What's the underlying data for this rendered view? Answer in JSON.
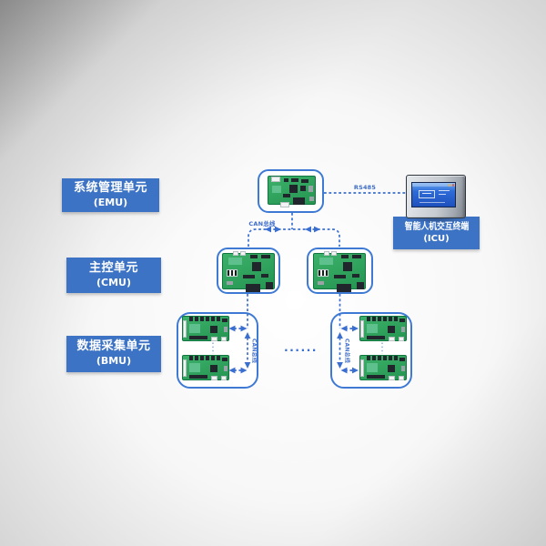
{
  "scene": {
    "unit_labels": [
      {
        "name": "系统管理单元",
        "abbr": "(EMU)"
      },
      {
        "name": "主控单元",
        "abbr": "(CMU)"
      },
      {
        "name": "数据采集单元",
        "abbr": "(BMU)"
      },
      {
        "name": "智能人机交互终端",
        "abbr": "(ICU)"
      }
    ],
    "bus_labels": {
      "rs485": "RS485",
      "can_top": "CAN总线",
      "can_branch_left": "CAN总线",
      "can_branch_right": "CAN总线"
    },
    "ellipsis": "......",
    "colors": {
      "label-bg": "#3d73c5",
      "line-blue": "#3a6fd0",
      "box-border": "#3e7ad4",
      "pcb-green": "#2da25a",
      "screen-blue": "#2a6ad8"
    }
  }
}
